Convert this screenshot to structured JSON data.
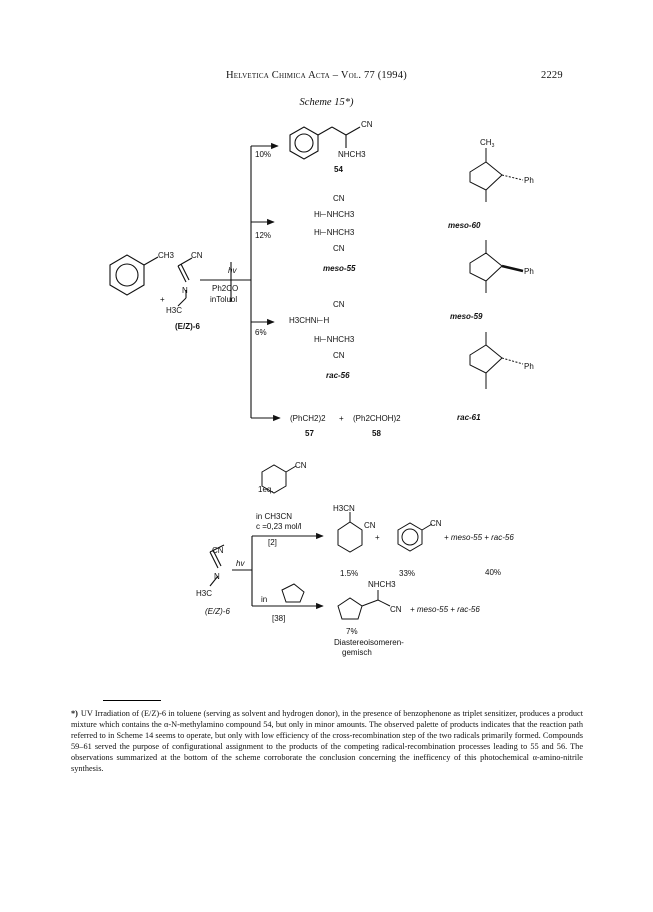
{
  "header": {
    "journal": "Helvetica Chimica Acta – Vol. 77 (1994)",
    "page_number": "2229"
  },
  "scheme_caption": "Scheme 15*)",
  "scheme_top": {
    "start_material": {
      "ch3": "CH3",
      "plus": "+",
      "cn": "CN",
      "n": "N",
      "h3c": "H3C",
      "label": "(E/Z)-6"
    },
    "conditions": {
      "hv": "hv",
      "reagent": "Ph2CO",
      "solvent": "inToluol"
    },
    "yields": {
      "y54": "10%",
      "y55": "12%",
      "y56": "6%"
    },
    "p54": {
      "cn": "CN",
      "nh": "NHCH3",
      "label": "54"
    },
    "p55": {
      "top": "CN",
      "row1": "H⊢NHCH3",
      "row2": "H⊢NHCH3",
      "bottom": "CN",
      "label": "meso-55"
    },
    "p56": {
      "top": "CN",
      "row1": "H3CHN⊢H",
      "row2": "H⊢NHCH3",
      "bottom": "CN",
      "label": "rac-56"
    },
    "p57_58": {
      "text1": "(PhCH2)2",
      "plus": "+",
      "text2": "(Ph2CHOH)2",
      "label57": "57",
      "label58": "58"
    },
    "p60": {
      "label": "meso-60"
    },
    "p59": {
      "label": "meso-59"
    },
    "p61": {
      "label": "rac-61"
    }
  },
  "scheme_bottom": {
    "cond1": {
      "line1": "1eq.",
      "line2": "in CH3CN",
      "line3": "c =0,23 mol/l",
      "ref": "[2]"
    },
    "cond2": {
      "line1": "in",
      "ref": "[38]"
    },
    "start_label": "(E/Z)-6",
    "start_cn": "CN",
    "start_n": "N",
    "start_h3c": "H3C",
    "hv": "hv",
    "dihydro": {
      "h3cn": "H3CN",
      "cn": "CN",
      "yield": "1.5%"
    },
    "pyridine": {
      "cn": "CN",
      "yield": "33%"
    },
    "row1_tail": "+ meso-55 + rac-56",
    "row1_yield": "40%",
    "thf": {
      "nhch3": "NHCH3",
      "cn": "CN",
      "yield": "7%",
      "note1": "Diastereoisomeren-",
      "note2": "gemisch"
    },
    "row2_tail": "+ meso-55 + rac-56"
  },
  "footnote": {
    "mark": "*)",
    "text": "UV Irradiation of (E/Z)-6 in toluene (serving as solvent and hydrogen donor), in the presence of benzophenone as triplet sensitizer, produces a product mixture which contains the α-N-methylamino compound 54, but only in minor amounts. The observed palette of products indicates that the reaction path referred to in Scheme 14 seems to operate, but only with low efficiency of the cross-recombination step of the two radicals primarily formed. Compounds 59–61 served the purpose of configurational assignment to the products of the competing radical-recombination processes leading to 55 and 56. The observations summarized at the bottom of the scheme corroborate the conclusion concerning the inefficency of this photochemical α-amino-nitrile synthesis."
  }
}
